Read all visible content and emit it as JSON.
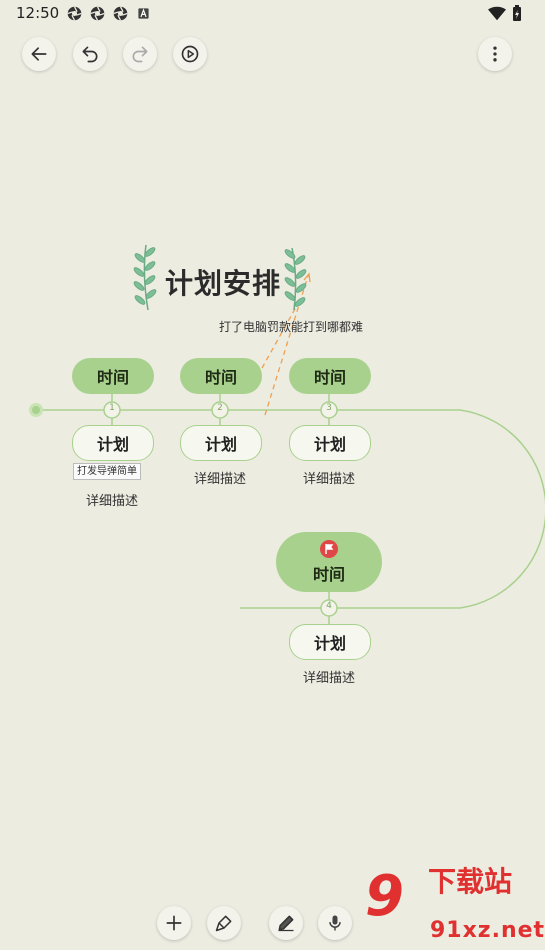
{
  "status": {
    "time": "12:50"
  },
  "mindmap": {
    "title": "计划安排",
    "annotation": "打了电脑罚款能打到哪都难",
    "tooltip": "打发导弹简单",
    "nodes": [
      {
        "index": "1",
        "time": "时间",
        "plan": "计划",
        "desc": "详细描述"
      },
      {
        "index": "2",
        "time": "时间",
        "plan": "计划",
        "desc": "详细描述"
      },
      {
        "index": "3",
        "time": "时间",
        "plan": "计划",
        "desc": "详细描述"
      },
      {
        "index": "4",
        "time": "时间",
        "plan": "计划",
        "desc": "详细描述"
      }
    ]
  },
  "watermark": {
    "brand": "下载站",
    "domain": "91xz.net",
    "logo": "9"
  },
  "icons": {
    "top": [
      "back-arrow-icon",
      "undo-icon",
      "redo-icon",
      "play-icon",
      "more-vert-icon"
    ],
    "bottom": [
      "add-icon",
      "brush-icon",
      "pencil-icon",
      "mic-icon"
    ]
  },
  "colors": {
    "accent": "#a9d18e",
    "line": "#a9d18e",
    "background": "#ecece1",
    "flag": "#e04848",
    "arrow": "#f0a050"
  }
}
